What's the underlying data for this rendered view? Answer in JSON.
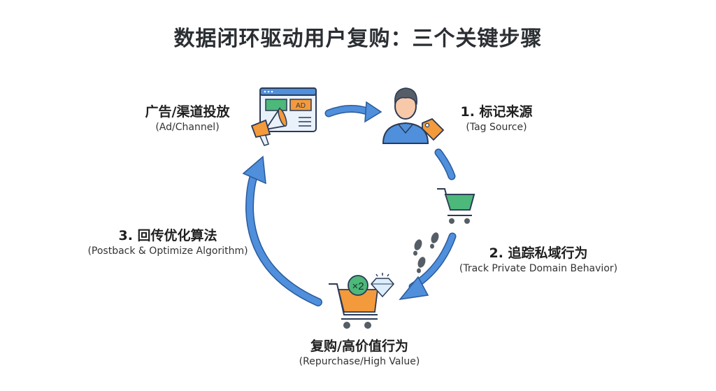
{
  "title": "数据闭环驱动用户复购：三个关键步骤",
  "nodes": {
    "ad_channel": {
      "zh": "广告/渠道投放",
      "en": "(Ad/Channel)",
      "icon": "ad-megaphone-icon",
      "badge": "AD"
    },
    "step1": {
      "zh": "1. 标记来源",
      "en": "(Tag Source)",
      "icon": "user-tag-icon"
    },
    "step2": {
      "zh": "2. 追踪私域行为",
      "en": "(Track Private Domain Behavior)",
      "icon": "cart-footprints-icon"
    },
    "repurchase": {
      "zh": "复购/高价值行为",
      "en": "(Repurchase/High Value)",
      "icon": "cart-diamond-icon",
      "badge": "×2"
    },
    "step3": {
      "zh": "3. 回传优化算法",
      "en": "(Postback & Optimize Algorithm)",
      "icon": "loop-arrow-icon"
    }
  },
  "colors": {
    "arrow_blue": "#4f8fdc",
    "arrow_outline": "#2a5a9a",
    "orange": "#f39a3c",
    "green": "#4cb87a",
    "dark": "#2b2f33"
  }
}
